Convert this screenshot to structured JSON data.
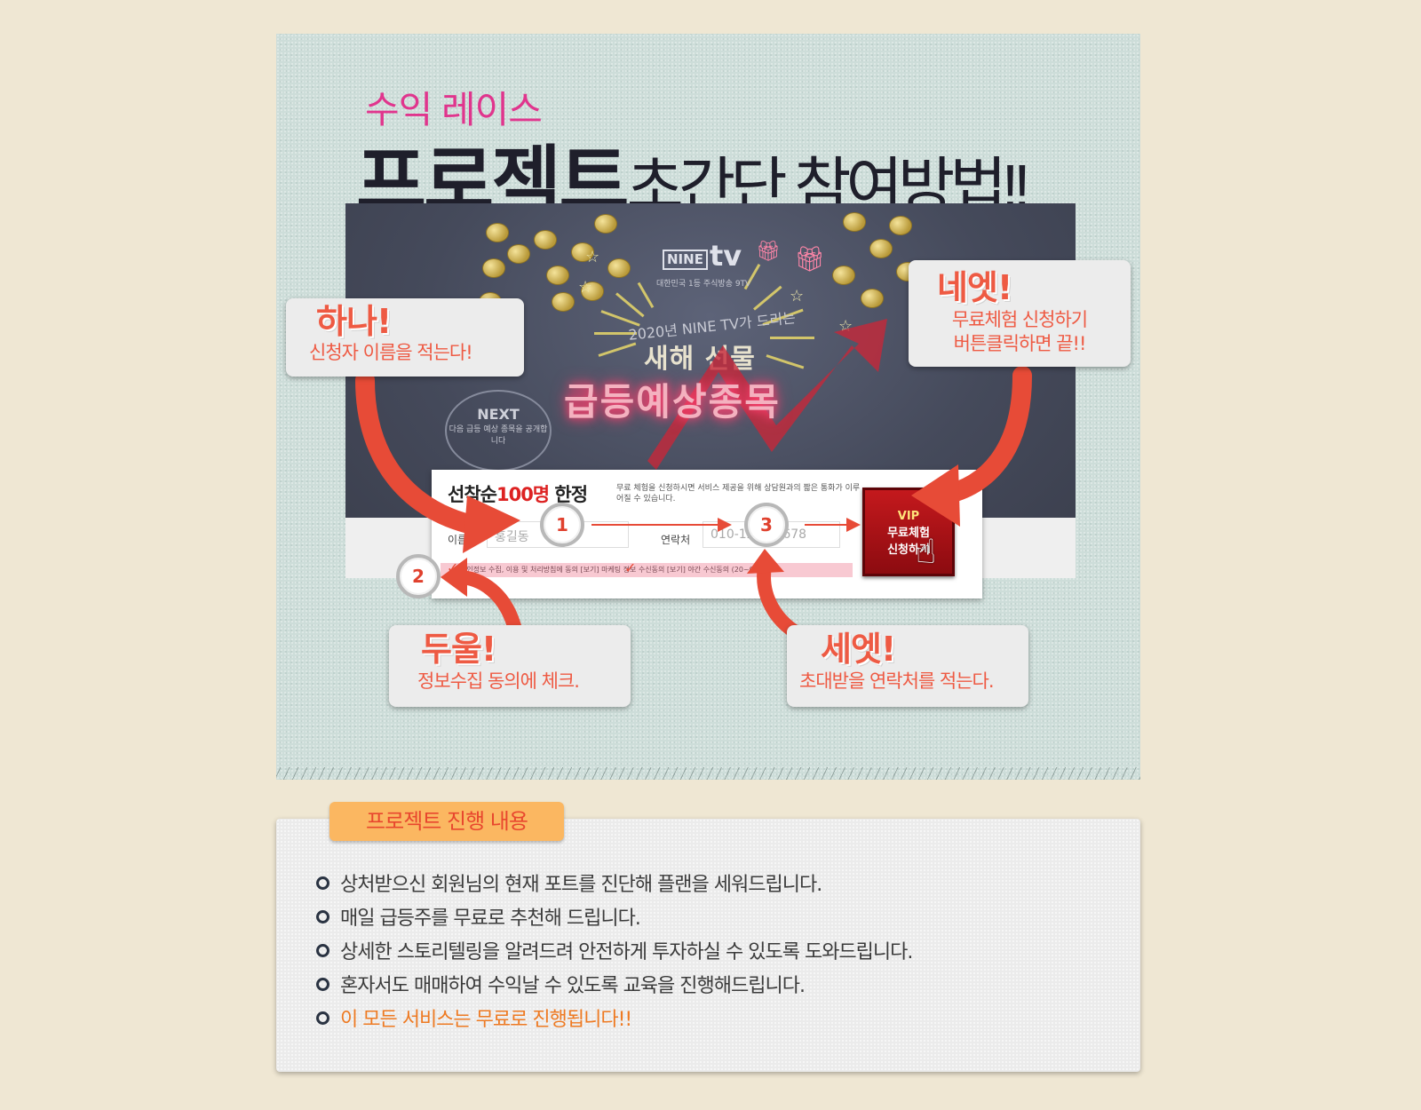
{
  "header": {
    "subtitle": "수익 레이스",
    "title_bold": "프로젝트",
    "title_light": "초간단 참여방법",
    "title_mark": "!!"
  },
  "banner": {
    "logo_box": "NINE",
    "logo_tv": "tv",
    "logo_sub": "대한민국 1등 주식방송 9TV",
    "arc_text": "2020년 NINE TV가 드리는",
    "gift_text": "새해 선물",
    "main_text": "급등예상종목",
    "next_title": "NEXT",
    "next_text": "다음 급등 예상 종목을 공개합니다"
  },
  "form": {
    "head_prefix": "선착순",
    "head_red": "100명",
    "head_suffix": " 한정",
    "desc": "무료 체험을 신청하시면 서비스 제공을 위해 상담원과의 짧은 통화가 이루어질 수 있습니다.",
    "name_label": "이름",
    "name_placeholder": "홍길동",
    "phone_label": "연락처",
    "phone_placeholder": "010-1234-5678",
    "consent": "개인정보 수집, 이용 및 처리방침에 동의 [보기]     마케팅 정보 수신동의 [보기]     야간 수신동의 (20~08시)",
    "vip_line1": "VIP",
    "vip_line2": "무료체험",
    "vip_line3": "신청하기"
  },
  "steps": [
    "1",
    "2",
    "3"
  ],
  "callouts": {
    "one": {
      "big": "하나!",
      "desc": "신청자 이름을 적는다!"
    },
    "two": {
      "big": "두울!",
      "desc": "정보수집 동의에 체크."
    },
    "three": {
      "big": "세엣!",
      "desc": "초대받을 연락처를 적는다."
    },
    "four": {
      "big": "네엣!",
      "desc1": "무료체험 신청하기",
      "desc2": "버튼클릭하면 끝!!"
    }
  },
  "content": {
    "tag": "프로젝트 진행 내용",
    "items": [
      "상처받으신 회원님의 현재 포트를 진단해 플랜을 세워드립니다.",
      "매일 급등주를 무료로 추천해 드립니다.",
      "상세한 스토리텔링을 알려드려 안전하게 투자하실 수 있도록 도와드립니다.",
      "혼자서도 매매하여 수익날 수 있도록 교육을 진행해드립니다.",
      "이 모든 서비스는 무료로 진행됩니다!!"
    ]
  },
  "colors": {
    "accent_red": "#ee5a43",
    "pink": "#e0358d",
    "orange_tag": "#fbb761",
    "highlight": "#ee7a22"
  }
}
